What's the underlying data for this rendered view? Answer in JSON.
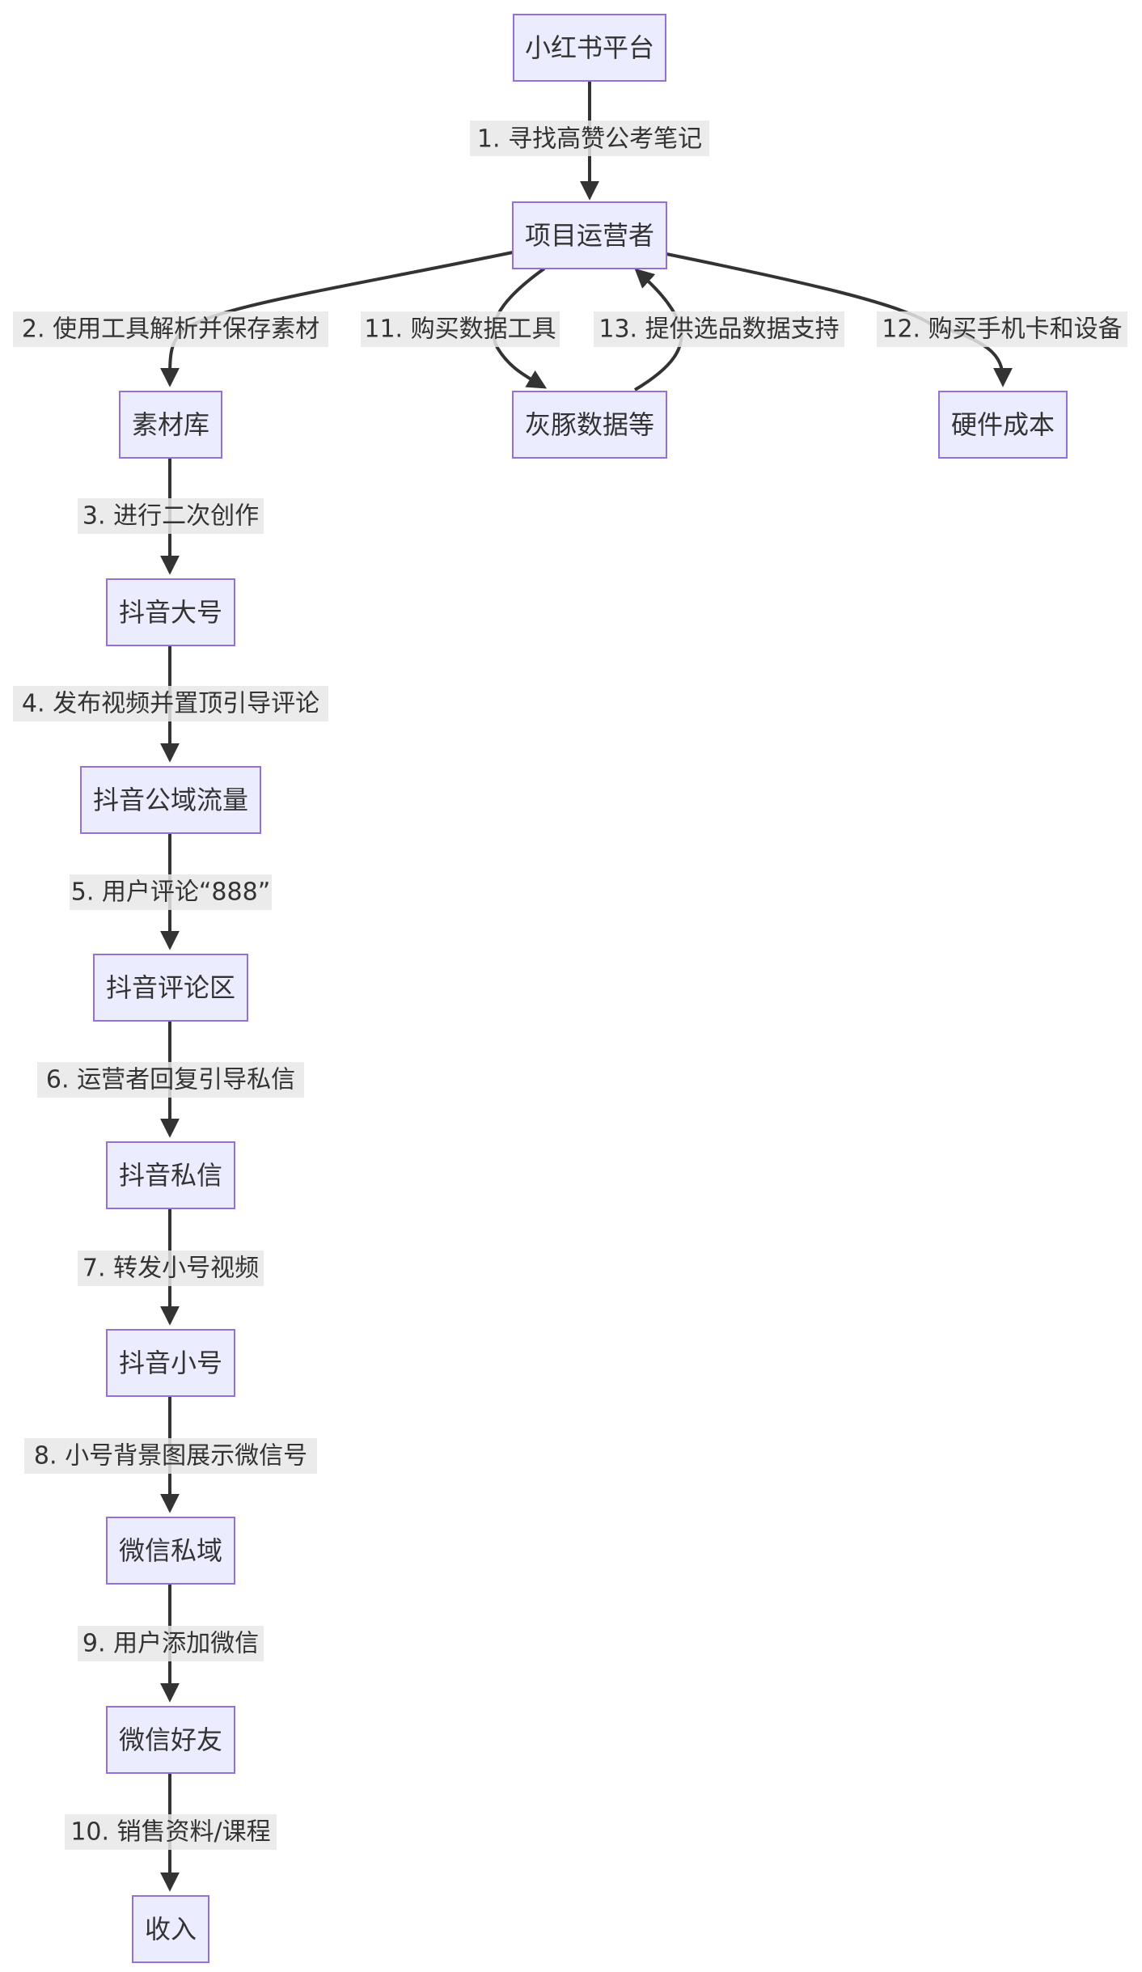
{
  "nodes": {
    "xiaohongshu": "小红书平台",
    "operator": "项目运营者",
    "material": "素材库",
    "huitun": "灰豚数据等",
    "hardware": "硬件成本",
    "douyin_main": "抖音大号",
    "douyin_public": "抖音公域流量",
    "douyin_comment": "抖音评论区",
    "douyin_dm": "抖音私信",
    "douyin_small": "抖音小号",
    "wechat_private": "微信私域",
    "wechat_friend": "微信好友",
    "income": "收入"
  },
  "edges": {
    "e1": "1. 寻找高赞公考笔记",
    "e2": "2. 使用工具解析并保存素材",
    "e3": "3. 进行二次创作",
    "e4": "4. 发布视频并置顶引导评论",
    "e5": "5. 用户评论“888”",
    "e6": "6. 运营者回复引导私信",
    "e7": "7. 转发小号视频",
    "e8": "8. 小号背景图展示微信号",
    "e9": "9. 用户添加微信",
    "e10": "10. 销售资料/课程",
    "e11": "11. 购买数据工具",
    "e12": "12. 购买手机卡和设备",
    "e13": "13. 提供选品数据支持"
  }
}
